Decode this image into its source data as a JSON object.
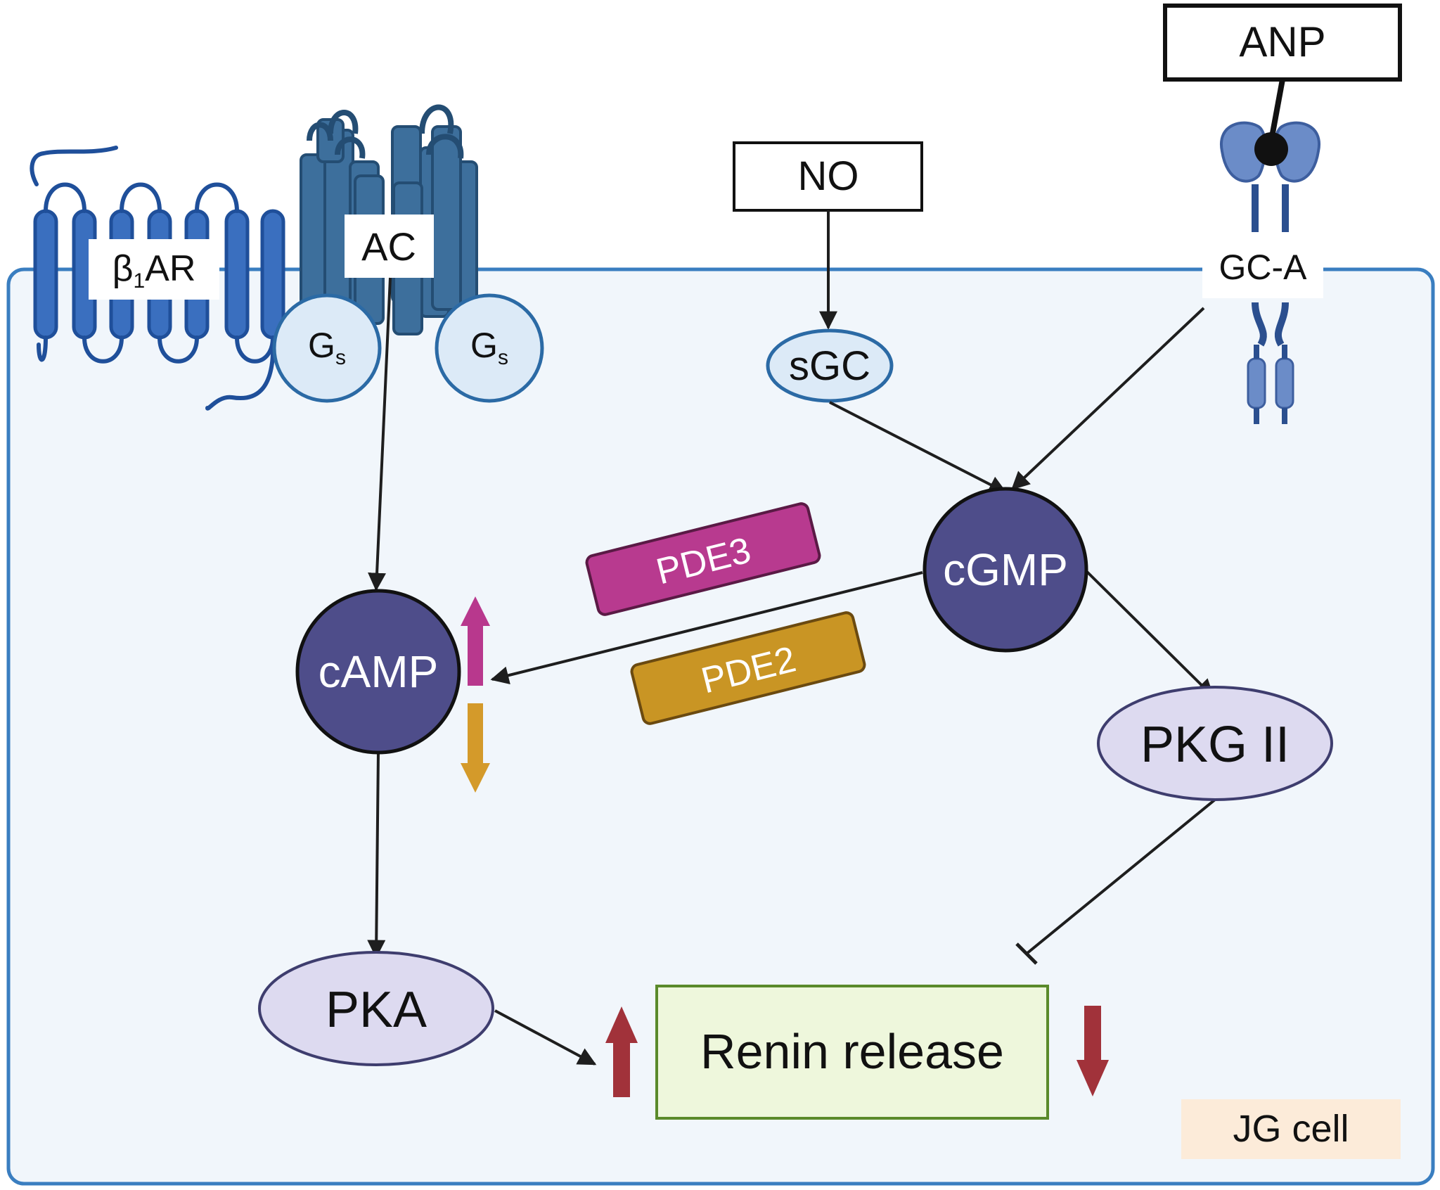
{
  "labels": {
    "b1ar_prefix": "β",
    "b1ar_sub": "1",
    "b1ar_suffix": "AR",
    "ac": "AC",
    "gs_main": "G",
    "gs_sub": "s",
    "no": "NO",
    "anp": "ANP",
    "gca": "GC-A",
    "sgc": "sGC",
    "cgmp": "cGMP",
    "camp": "cAMP",
    "pde3": "PDE3",
    "pde2": "PDE2",
    "pkg2": "PKG II",
    "pka": "PKA",
    "renin": "Renin release",
    "cell": "JG cell"
  },
  "colors": {
    "cell_fill": "#f1f6fb",
    "cell_border": "#3a7ec0",
    "receptor_blue": "#3a6fbf",
    "ac_blue": "#3d6f9c",
    "gs_fill": "#dceaf7",
    "messenger_fill": "#4e4d8a",
    "kinase_fill": "#dddaf0",
    "pde3": "#b83a8f",
    "pde2": "#c99524",
    "up_arrow_pde3": "#b8388d",
    "down_arrow_pde2": "#d49a2a",
    "renin_arrows": "#a1323a",
    "renin_box_fill": "#eef7dc",
    "renin_box_border": "#5a8a2a",
    "cell_label_bg": "#fcebd9",
    "gca_receptor": "#6b8cc8"
  }
}
